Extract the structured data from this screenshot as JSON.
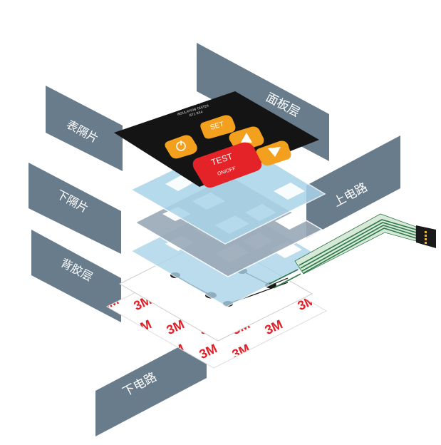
{
  "labels": {
    "panel_layer": "面板层",
    "top_spacer": "表隔片",
    "upper_circuit": "上电路",
    "bottom_spacer": "下隔片",
    "adhesive_layer": "背胶层",
    "lower_circuit": "下电路"
  },
  "panel": {
    "title": "绝缘检测仪",
    "subtitle_line1": "INSULATION TESTER",
    "subtitle_line2": "BT1 BX4",
    "set_key": "SET",
    "test_key": "TEST",
    "test_key_sub": "ON/OFF"
  },
  "adhesive": {
    "logo_text": "3M"
  },
  "colors": {
    "banner": "#687c8c",
    "panel_black": "#141414",
    "key_orange": "#f3a01e",
    "key_red": "#e42328",
    "spacer_blue": "#a9d4e8",
    "spacer_gray": "#a2aab4",
    "adhesive_red": "#e41e26",
    "circuit_green": "#2f7a4a"
  }
}
